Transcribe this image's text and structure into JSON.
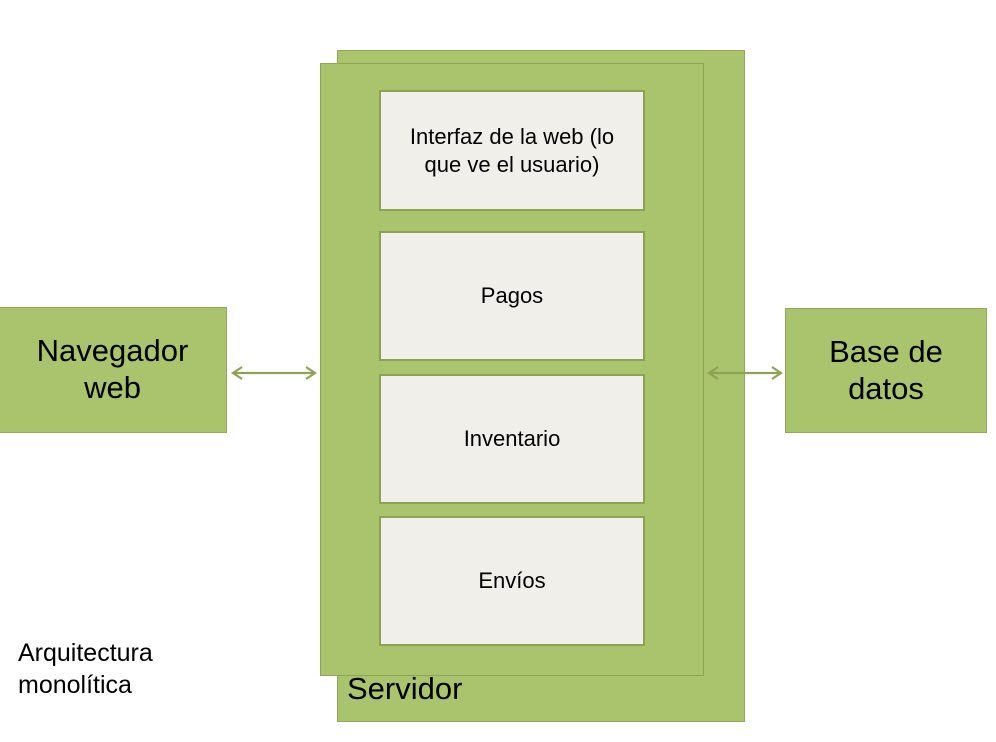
{
  "diagram": {
    "caption": "Arquitectura\nmonolítica",
    "colors": {
      "green_fill": "#A9C46C",
      "green_border": "#93A95A",
      "module_fill": "#F1EFE9",
      "module_border": "#8DA254",
      "arrow": "#8DA254",
      "text": "#000000",
      "background": "#FFFFFF"
    },
    "nodes": {
      "browser": "Navegador\nweb",
      "browser_line1": "Navegador",
      "browser_line2": "web",
      "database": "Base de\ndatos",
      "database_line1": "Base de",
      "database_line2": "datos",
      "server": "Servidor"
    },
    "modules": [
      {
        "label": "Interfaz de la web (lo que ve el usuario)"
      },
      {
        "label": "Pagos"
      },
      {
        "label": "Inventario"
      },
      {
        "label": "Envíos"
      }
    ],
    "connections": [
      {
        "name": "browser-to-server",
        "from": "Navegador web",
        "to": "Servidor",
        "style": "double-arrow"
      },
      {
        "name": "server-to-database",
        "from": "Servidor",
        "to": "Base de datos",
        "style": "double-arrow"
      }
    ]
  }
}
